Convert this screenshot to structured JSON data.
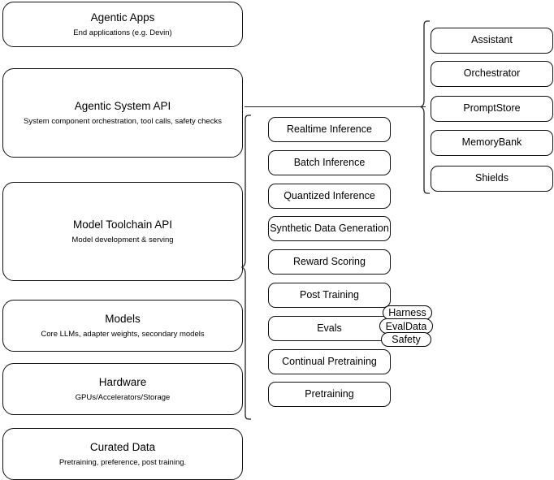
{
  "diagram": {
    "type": "layered-architecture-diagram",
    "background_color": "#ffffff",
    "line_color": "#222222",
    "box_border_color": "#111111"
  },
  "left_stack": {
    "name": "platform-layers",
    "items": [
      {
        "title": "Agentic Apps",
        "subtitle": "End applications (e.g. Devin)"
      },
      {
        "title": "Agentic System API",
        "subtitle": "System component orchestration, tool calls, safety checks"
      },
      {
        "title": "Model Toolchain API",
        "subtitle": "Model development & serving"
      },
      {
        "title": "Models",
        "subtitle": "Core LLMs, adapter weights, secondary models"
      },
      {
        "title": "Hardware",
        "subtitle": "GPUs/Accelerators/Storage"
      },
      {
        "title": "Curated Data",
        "subtitle": "Pretraining, preference, post training."
      }
    ]
  },
  "toolchain_column": {
    "name": "model-toolchain-capabilities",
    "items": [
      {
        "label": "Realtime Inference"
      },
      {
        "label": "Batch Inference"
      },
      {
        "label": "Quantized Inference"
      },
      {
        "label": "Synthetic Data Generation"
      },
      {
        "label": "Reward Scoring"
      },
      {
        "label": "Post Training"
      },
      {
        "label": "Evals"
      },
      {
        "label": "Continual Pretraining"
      },
      {
        "label": "Pretraining"
      }
    ]
  },
  "evals_pills": {
    "name": "evals-subcomponents",
    "items": [
      {
        "label": "Harness"
      },
      {
        "label": "EvalData"
      },
      {
        "label": "Safety"
      }
    ]
  },
  "agentic_column": {
    "name": "agentic-system-components",
    "items": [
      {
        "label": "Assistant"
      },
      {
        "label": "Orchestrator"
      },
      {
        "label": "PromptStore"
      },
      {
        "label": "MemoryBank"
      },
      {
        "label": "Shields"
      }
    ]
  }
}
